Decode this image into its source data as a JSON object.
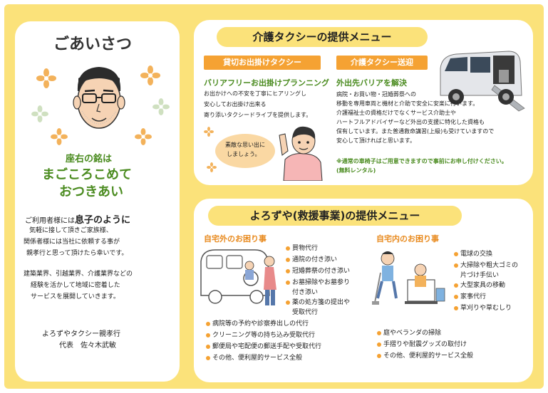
{
  "left": {
    "title": "ごあいさつ",
    "motto_label": "座右の銘は",
    "motto_1": "まごころこめて",
    "motto_2": "おつきあい",
    "p1_l1a": "ご利用者様には",
    "p1_l1b": "息子のように",
    "p1_l2": "気軽に接して頂きご家族様、",
    "p1_l3": "関係者様には当社に依頼する事が",
    "p1_l4": "親孝行と思って頂けたら幸いです。",
    "p2_l1": "建築業界、引越業界、介護業界などの",
    "p2_l2": "経験を活かして地域に密着した",
    "p2_l3": "サービスを展開していきます。",
    "company": "よろずやタクシー親孝行",
    "rep": "代表　佐々木武敏"
  },
  "top": {
    "title": "介護タクシーの提供メニュー",
    "tab1": "貸切お出掛けタクシー",
    "tab2": "介護タクシー送迎",
    "head1": "バリアフリーお出掛けプランニング",
    "t1_l1": "お出かけへの不安を丁寧にヒアリングし",
    "t1_l2": "安心してお出掛け出来る",
    "t1_l3": "寄り添いタクシードライブを提供します。",
    "bubble_l1": "素敵な思い出に",
    "bubble_l2": "しましょう。",
    "head2": "外出先バリアを解決",
    "t2_l1": "病院・お買い物・冠婚葬祭への",
    "t2_l2": "移動を専用車両と機材と介助で安全に安楽に行います。",
    "t2_l3": "介護福祉士の資格だけでなくサービス介助士や",
    "t2_l4": "ハートフルアドバイザーなど外出の支援に特化した資格も",
    "t2_l5": "保有しています。また普通救命講習(上級)も受けていますので",
    "t2_l6": "安心して頂ければと思います。",
    "note_l1": "※通常の車椅子はご用意できますので事前にお申し付けください。",
    "note_l2": "(無料レンタル)"
  },
  "bottom": {
    "title": "よろずや(救援事業)の提供メニュー",
    "out_head": "自宅外のお困り事",
    "in_head": "自宅内のお困り事",
    "out_items": [
      "買物代行",
      "通院の付き添い",
      "冠婚葬祭の付き添い",
      "お墓掃除やお墓参り",
      "付き添い",
      "薬の処方箋の提出や",
      "受取代行"
    ],
    "out_list": [
      "病院等の予約や診察券出しの代行",
      "クリーニング等の持ち込み受取代行",
      "郵便局や宅配便の郵送手配や受取代行",
      "その他、便利屋的サービス全般"
    ],
    "in_items": [
      "電球の交換",
      "大掃除や粗大ゴミの",
      "片づけ手伝い",
      "大型家具の移動",
      "家事代行",
      "草刈りや草むしり"
    ],
    "in_list": [
      "庭やベランダの掃除",
      "手摺りや耐震グッズの取付け",
      "その他、便利屋的サービス全般"
    ]
  },
  "colors": {
    "frame": "#fbe27a",
    "accent_orange": "#f5a233",
    "green": "#4a8b1f"
  }
}
